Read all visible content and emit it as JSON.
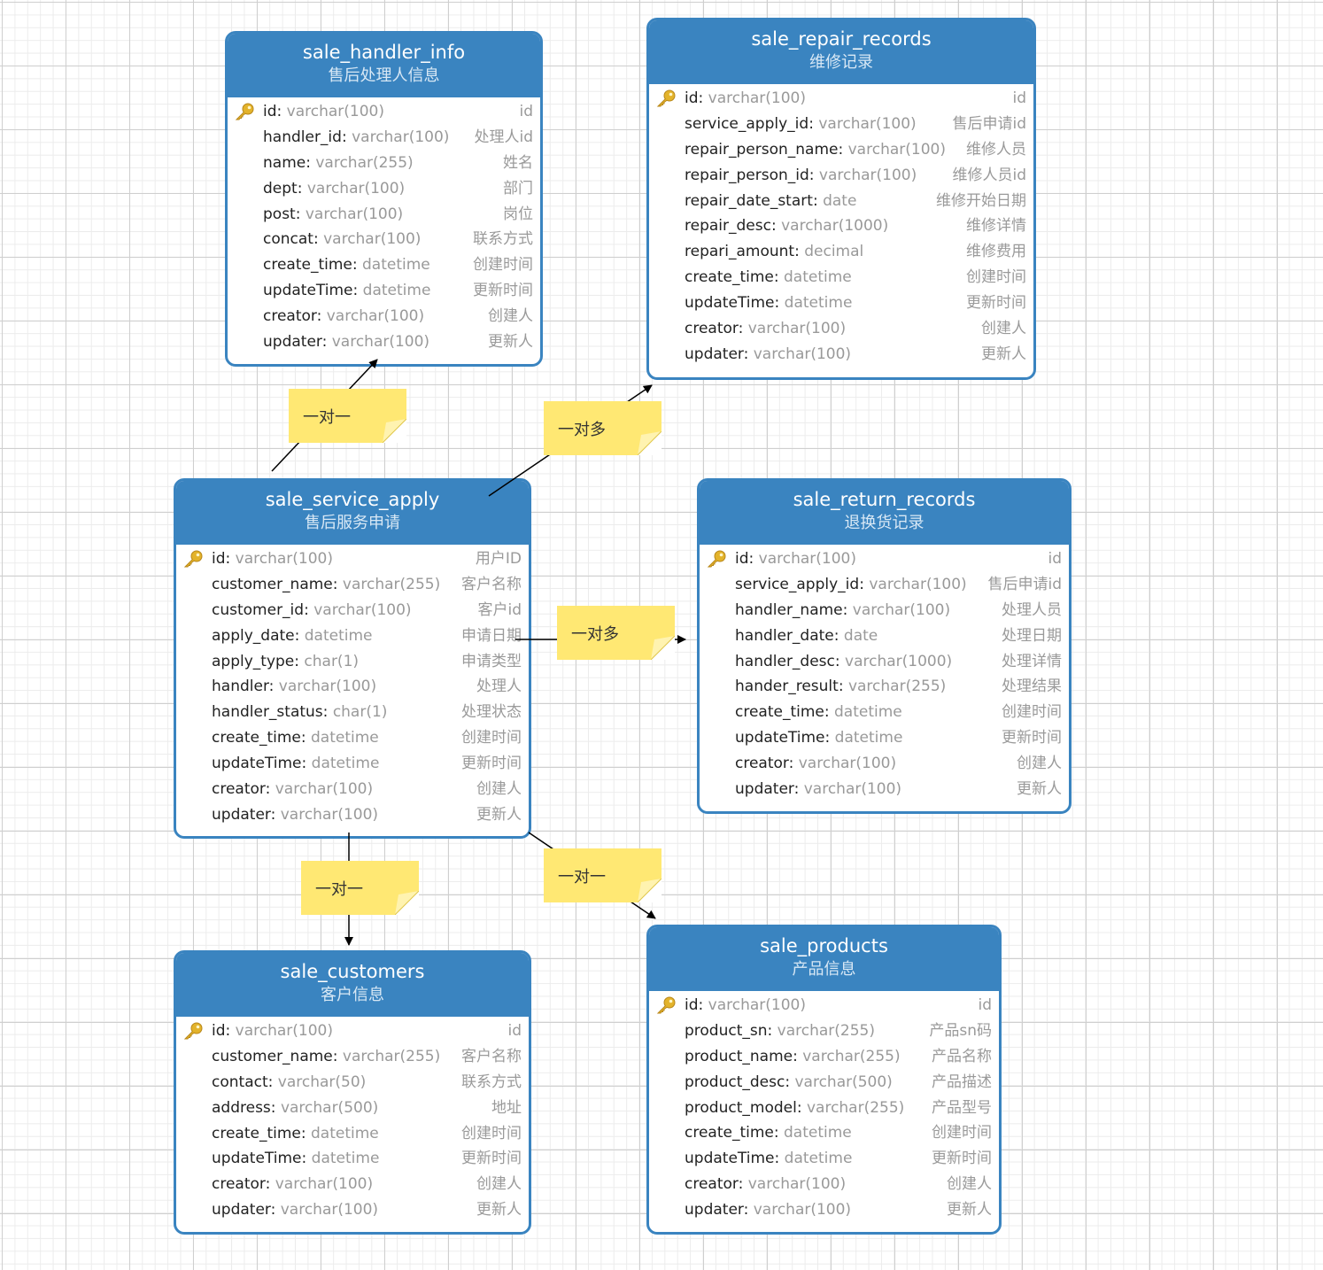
{
  "entities": {
    "handler": {
      "name": "sale_handler_info",
      "comment": "售后处理人信息",
      "fields": [
        {
          "name": "id",
          "type": "varchar(100)",
          "comment": "id",
          "key": true
        },
        {
          "name": "handler_id",
          "type": "varchar(100)",
          "comment": "处理人id"
        },
        {
          "name": "name",
          "type": "varchar(255)",
          "comment": "姓名"
        },
        {
          "name": "dept",
          "type": "varchar(100)",
          "comment": "部门"
        },
        {
          "name": "post",
          "type": "varchar(100)",
          "comment": "岗位"
        },
        {
          "name": "concat",
          "type": "varchar(100)",
          "comment": "联系方式"
        },
        {
          "name": "create_time",
          "type": "datetime",
          "comment": "创建时间"
        },
        {
          "name": "updateTime",
          "type": "datetime",
          "comment": "更新时间"
        },
        {
          "name": "creator",
          "type": "varchar(100)",
          "comment": "创建人"
        },
        {
          "name": "updater",
          "type": "varchar(100)",
          "comment": "更新人"
        }
      ]
    },
    "repair": {
      "name": "sale_repair_records",
      "comment": "维修记录",
      "fields": [
        {
          "name": "id",
          "type": "varchar(100)",
          "comment": "id",
          "key": true
        },
        {
          "name": "service_apply_id",
          "type": "varchar(100)",
          "comment": "售后申请id"
        },
        {
          "name": "repair_person_name",
          "type": "varchar(100)",
          "comment": "维修人员"
        },
        {
          "name": "repair_person_id",
          "type": "varchar(100)",
          "comment": "维修人员id"
        },
        {
          "name": "repair_date_start",
          "type": "date",
          "comment": "维修开始日期"
        },
        {
          "name": "repair_desc",
          "type": "varchar(1000)",
          "comment": "维修详情"
        },
        {
          "name": "repari_amount",
          "type": "decimal",
          "comment": "维修费用"
        },
        {
          "name": "create_time",
          "type": "datetime",
          "comment": "创建时间"
        },
        {
          "name": "updateTime",
          "type": "datetime",
          "comment": "更新时间"
        },
        {
          "name": "creator",
          "type": "varchar(100)",
          "comment": "创建人"
        },
        {
          "name": "updater",
          "type": "varchar(100)",
          "comment": "更新人"
        }
      ]
    },
    "apply": {
      "name": "sale_service_apply",
      "comment": "售后服务申请",
      "fields": [
        {
          "name": "id",
          "type": "varchar(100)",
          "comment": "用户ID",
          "key": true
        },
        {
          "name": "customer_name",
          "type": "varchar(255)",
          "comment": "客户名称"
        },
        {
          "name": "customer_id",
          "type": "varchar(100)",
          "comment": "客户id"
        },
        {
          "name": "apply_date",
          "type": "datetime",
          "comment": "申请日期"
        },
        {
          "name": "apply_type",
          "type": "char(1)",
          "comment": "申请类型"
        },
        {
          "name": "handler",
          "type": "varchar(100)",
          "comment": "处理人"
        },
        {
          "name": "handler_status",
          "type": "char(1)",
          "comment": "处理状态"
        },
        {
          "name": "create_time",
          "type": "datetime",
          "comment": "创建时间"
        },
        {
          "name": "updateTime",
          "type": "datetime",
          "comment": "更新时间"
        },
        {
          "name": "creator",
          "type": "varchar(100)",
          "comment": "创建人"
        },
        {
          "name": "updater",
          "type": "varchar(100)",
          "comment": "更新人"
        }
      ]
    },
    "return": {
      "name": "sale_return_records",
      "comment": "退换货记录",
      "fields": [
        {
          "name": "id",
          "type": "varchar(100)",
          "comment": "id",
          "key": true
        },
        {
          "name": "service_apply_id",
          "type": "varchar(100)",
          "comment": "售后申请id"
        },
        {
          "name": "handler_name",
          "type": "varchar(100)",
          "comment": "处理人员"
        },
        {
          "name": "handler_date",
          "type": "date",
          "comment": "处理日期"
        },
        {
          "name": "handler_desc",
          "type": "varchar(1000)",
          "comment": "处理详情"
        },
        {
          "name": "hander_result",
          "type": "varchar(255)",
          "comment": "处理结果"
        },
        {
          "name": "create_time",
          "type": "datetime",
          "comment": "创建时间"
        },
        {
          "name": "updateTime",
          "type": "datetime",
          "comment": "更新时间"
        },
        {
          "name": "creator",
          "type": "varchar(100)",
          "comment": "创建人"
        },
        {
          "name": "updater",
          "type": "varchar(100)",
          "comment": "更新人"
        }
      ]
    },
    "customers": {
      "name": "sale_customers",
      "comment": "客户信息",
      "fields": [
        {
          "name": "id",
          "type": "varchar(100)",
          "comment": "id",
          "key": true
        },
        {
          "name": "customer_name",
          "type": "varchar(255)",
          "comment": "客户名称"
        },
        {
          "name": "contact",
          "type": "varchar(50)",
          "comment": "联系方式"
        },
        {
          "name": "address",
          "type": "varchar(500)",
          "comment": "地址"
        },
        {
          "name": "create_time",
          "type": "datetime",
          "comment": "创建时间"
        },
        {
          "name": "updateTime",
          "type": "datetime",
          "comment": "更新时间"
        },
        {
          "name": "creator",
          "type": "varchar(100)",
          "comment": "创建人"
        },
        {
          "name": "updater",
          "type": "varchar(100)",
          "comment": "更新人"
        }
      ]
    },
    "products": {
      "name": "sale_products",
      "comment": "产品信息",
      "fields": [
        {
          "name": "id",
          "type": "varchar(100)",
          "comment": "id",
          "key": true
        },
        {
          "name": "product_sn",
          "type": "varchar(255)",
          "comment": "产品sn码"
        },
        {
          "name": "product_name",
          "type": "varchar(255)",
          "comment": "产品名称"
        },
        {
          "name": "product_desc",
          "type": "varchar(500)",
          "comment": "产品描述"
        },
        {
          "name": "product_model",
          "type": "varchar(255)",
          "comment": "产品型号"
        },
        {
          "name": "create_time",
          "type": "datetime",
          "comment": "创建时间"
        },
        {
          "name": "updateTime",
          "type": "datetime",
          "comment": "更新时间"
        },
        {
          "name": "creator",
          "type": "varchar(100)",
          "comment": "创建人"
        },
        {
          "name": "updater",
          "type": "varchar(100)",
          "comment": "更新人"
        }
      ]
    }
  },
  "relations": [
    {
      "id": "apply-handler",
      "label": "一对一"
    },
    {
      "id": "apply-repair",
      "label": "一对多"
    },
    {
      "id": "apply-return",
      "label": "一对多"
    },
    {
      "id": "apply-customers",
      "label": "一对一"
    },
    {
      "id": "apply-products",
      "label": "一对一"
    }
  ],
  "colors": {
    "entity_header": "#3a84c0",
    "note": "#ffe873",
    "key_icon": "#e3b32b"
  }
}
